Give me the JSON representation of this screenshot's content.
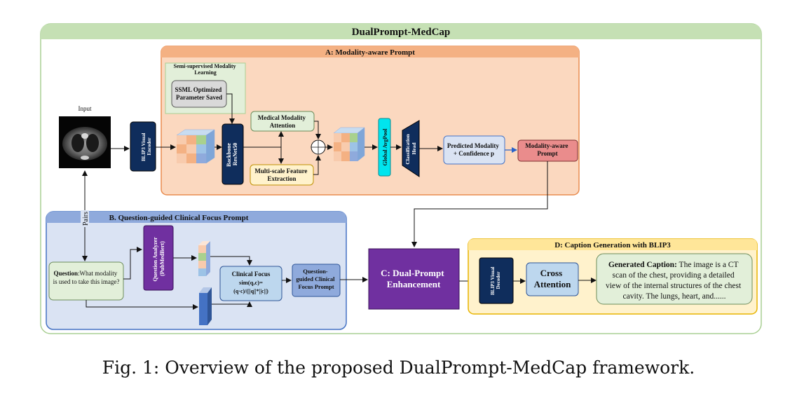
{
  "title": "DualPrompt-MedCap",
  "input_label": "Input",
  "pairs_label": "Pairs",
  "section_a": {
    "title": "A: Modality-aware Prompt",
    "ssml_group": "Semi-supervised Modality Learning",
    "ssml_param": "SSML Optimized Parameter Saved",
    "encoder": "BLIP3 Visual Encoder",
    "backbone": "Backbone ResNet50",
    "attention": "Medical Modality Attention",
    "multiscale": "Multi-scale Feature Extraction",
    "avgpool": "Global AvgPool",
    "cls_head": "Classification Head",
    "predicted": "Predicted Modality + Confidence p",
    "modality_prompt": "Modality-aware Prompt"
  },
  "section_b": {
    "title": "B. Question-guided Clinical Focus Prompt",
    "question_bold": "Question",
    "question_text": ":What modality is used to take this image?",
    "analyzer": "Question Analyzer (PubMedBert)",
    "focus_title": "Clinical Focus",
    "focus_formula1": "sim(q,c)=",
    "focus_formula2": "(q·c)/(||q||*||c||)",
    "focus_prompt": "Question-guided Clinical Focus Prompt"
  },
  "section_c": {
    "title": "C: Dual-Prompt Enhancement"
  },
  "section_d": {
    "title": "D: Caption Generation with BLIP3",
    "decoder": "BLIP3 Visual Decoder",
    "cross": "Cross Attention",
    "caption_bold": "Generated Caption:",
    "caption_text": "The image is a CT scan of the chest, providing a detailed view of the internal structures of the chest cavity. The lungs, heart, and......"
  },
  "figure_caption": "Fig. 1: Overview of the proposed DualPrompt-MedCap framework."
}
